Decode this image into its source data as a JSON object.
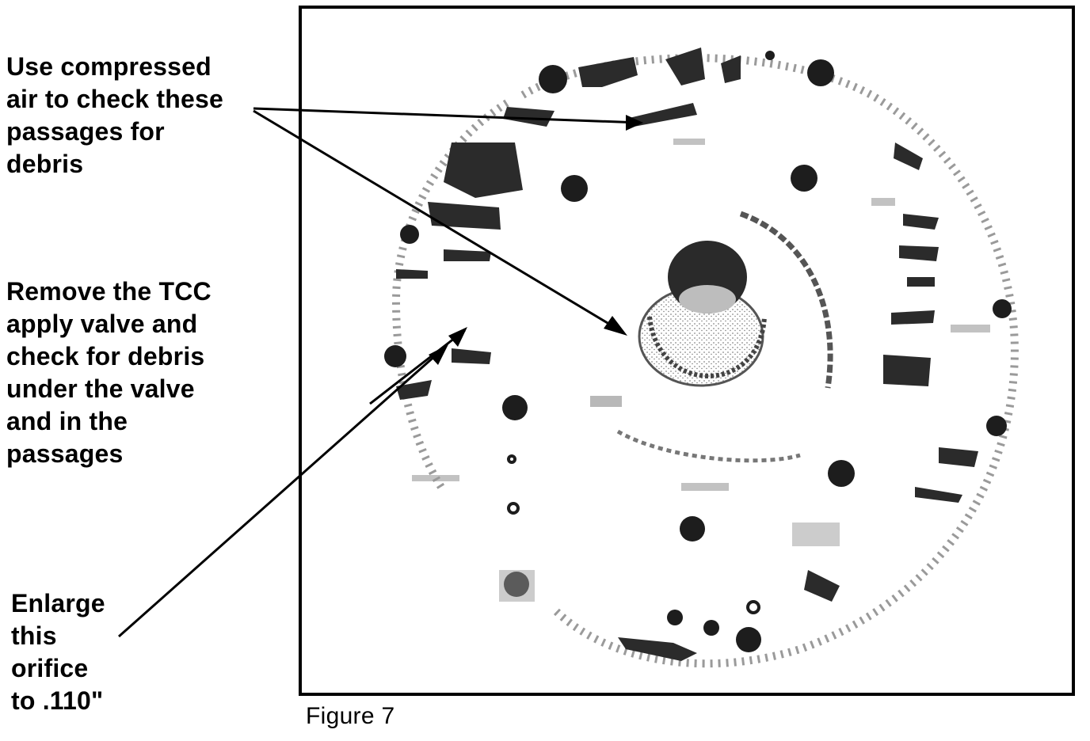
{
  "callouts": {
    "compressed_air": "Use compressed\nair to check these\npassages for\ndebris",
    "tcc_valve": "Remove the TCC\napply valve and\ncheck for debris\nunder the valve\nand in the\npassages",
    "orifice": "Enlarge\nthis\norifice\nto .110\""
  },
  "figure": {
    "caption": "Figure 7"
  },
  "colors": {
    "ink": "#000000",
    "paper": "#ffffff",
    "photo_gray": "#7a7a7a"
  }
}
